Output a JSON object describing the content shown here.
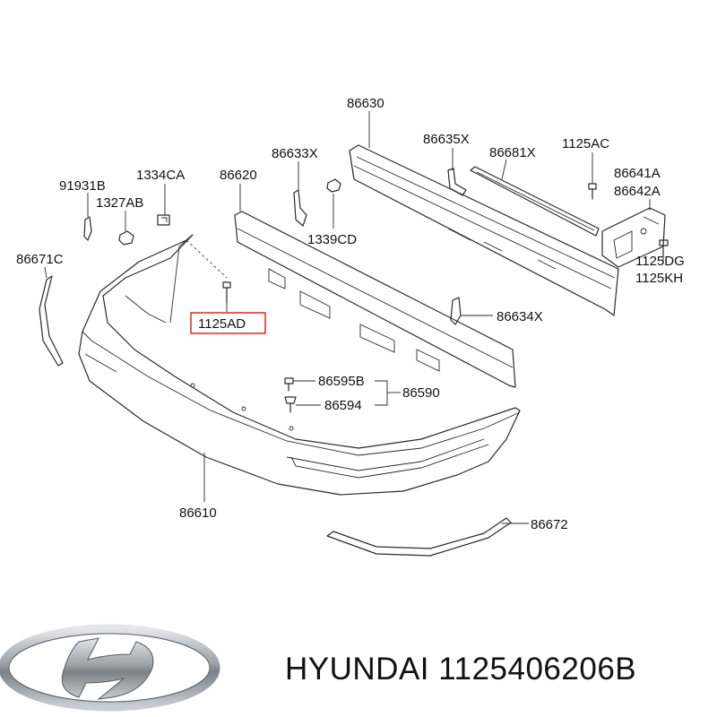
{
  "labels": {
    "p86630": "86630",
    "p86635x": "86635X",
    "p86681x": "86681X",
    "p1125ac": "1125AC",
    "p86641a": "86641A",
    "p86642a": "86642A",
    "p86633x": "86633X",
    "p86620": "86620",
    "p1334ca": "1334CA",
    "p91931b": "91931B",
    "p1327ab": "1327AB",
    "p86671c": "86671C",
    "p1339cd": "1339CD",
    "p1125ad": "1125AD",
    "p1125dg": "1125DG",
    "p1125kh": "1125KH",
    "p86634x": "86634X",
    "p86595b": "86595B",
    "p86590": "86590",
    "p86594": "86594",
    "p86610": "86610",
    "p86672": "86672"
  },
  "highlight_color": "#d63a3a",
  "brand": {
    "logo_icon": "hyundai-logo-icon",
    "caption": "HYUNDAI 1125406206B"
  }
}
